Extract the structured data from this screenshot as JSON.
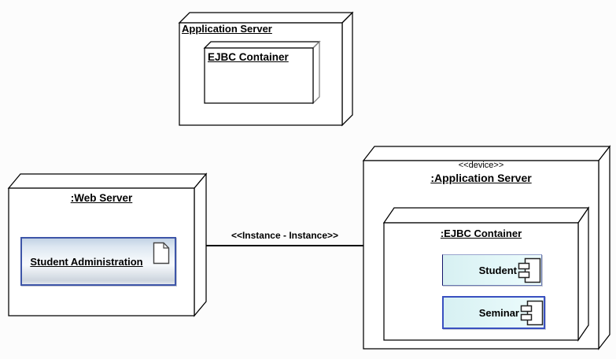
{
  "diagram": {
    "type": "uml-deployment-diagram",
    "background_color": "#fcfcfc",
    "node_fill": "#ffffff",
    "node_stroke": "#000000"
  },
  "nodes": {
    "app_server_top": {
      "title": "Application Server"
    },
    "ejbc_top": {
      "title": "EJBC Container"
    },
    "web_server": {
      "title": ":Web Server",
      "artifact_label": "Student Administration",
      "artifact_border_color": "#3d55a8",
      "artifact_icon": "document-page"
    },
    "device": {
      "stereotype": "<<device>>",
      "title": ":Application Server"
    },
    "ejbc_right": {
      "title": ":EJBC Container",
      "components": [
        {
          "label": "Student"
        },
        {
          "label": "Seminar"
        }
      ],
      "component_icon": "uml-component",
      "component_fill_start": "#d7f0f2",
      "component_fill_end": "#edfcfd",
      "component_border_color": "#3950c0"
    }
  },
  "connection": {
    "label": "<<Instance - Instance>>"
  }
}
